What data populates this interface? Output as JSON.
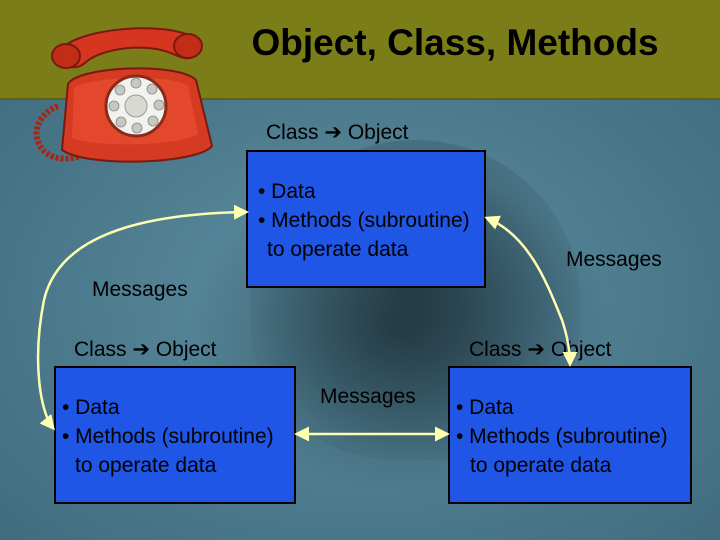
{
  "title": "Object, Class, Methods",
  "class_object": {
    "left": "Class",
    "arrow": "➔",
    "right": "Object"
  },
  "box_lines": {
    "data": "• Data",
    "methods": "• Methods (subroutine)",
    "operate": "to operate data"
  },
  "messages_label": "Messages",
  "colors": {
    "title_bar": "#7b7d19",
    "box_fill": "#1f56e6",
    "connector": "#ffffb0",
    "phone": "#c8301c"
  },
  "icons": [
    "red-rotary-phone-icon"
  ]
}
